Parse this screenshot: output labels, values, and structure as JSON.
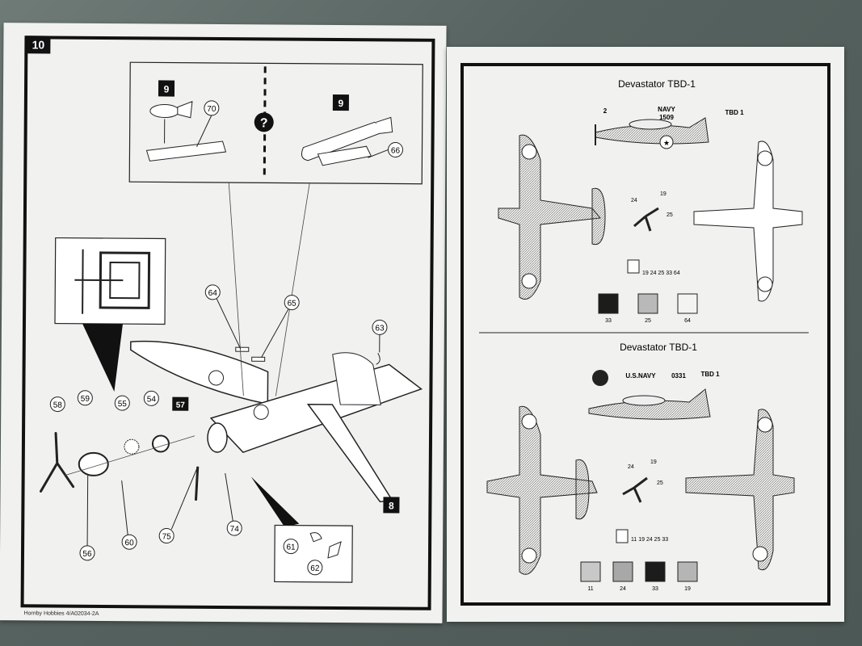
{
  "left_page": {
    "step_number": "10",
    "option_left_step": "9",
    "option_right_step": "9",
    "question_mark": "?",
    "bottom_step": "8",
    "part_57_label": "57",
    "parts": {
      "p70": "70",
      "p66": "66",
      "p64": "64",
      "p65": "65",
      "p63": "63",
      "p58": "58",
      "p59": "59",
      "p55": "55",
      "p54": "54",
      "p56": "56",
      "p60": "60",
      "p75": "75",
      "p74": "74",
      "p61": "61",
      "p62": "62"
    },
    "footer": "Hornby Hobbies 4/A02034-2A"
  },
  "right_page": {
    "scheme1": {
      "title": "Devastator TBD-1",
      "callout_2": "2",
      "callout_navy": "NAVY",
      "callout_1509": "1509",
      "callout_tbd1": "TBD 1",
      "prop_24": "24",
      "prop_19": "19",
      "prop_25": "25",
      "paint_list": "19 24 25 33 64",
      "swatches": [
        {
          "label": "33",
          "color": "#1c1c1c"
        },
        {
          "label": "25",
          "color": "#b9b9b9"
        },
        {
          "label": "64",
          "color": "#f3f3f3"
        }
      ]
    },
    "scheme2": {
      "title": "Devastator TBD-1",
      "callout_usnavy": "U.S.NAVY",
      "callout_0331": "0331",
      "callout_tbd1": "TBD 1",
      "prop_24": "24",
      "prop_19": "19",
      "prop_25": "25",
      "paint_list": "11 19 24 25 33",
      "swatches": [
        {
          "label": "11",
          "color": "#c8c8c8"
        },
        {
          "label": "24",
          "color": "#a8a8a8"
        },
        {
          "label": "33",
          "color": "#1c1c1c"
        },
        {
          "label": "19",
          "color": "#b5b5b5"
        }
      ]
    }
  }
}
